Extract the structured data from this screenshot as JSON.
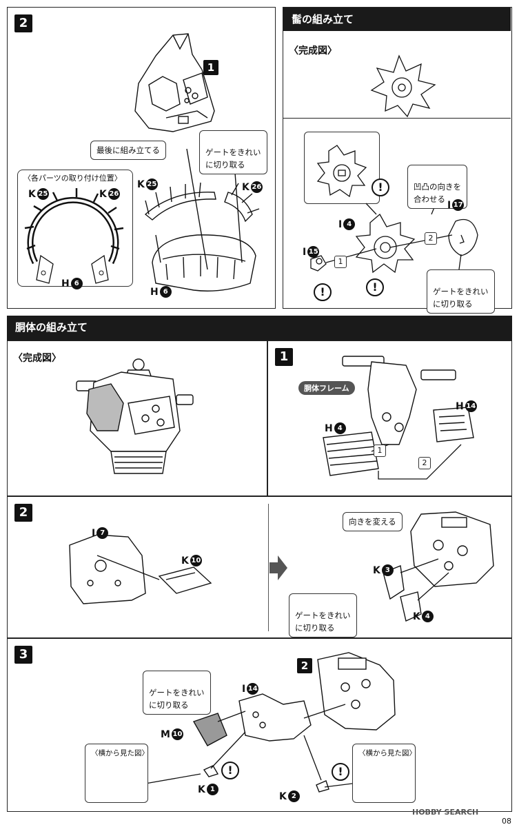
{
  "top_left": {
    "step": "2",
    "sub_step": "1",
    "callout_last": "最後に組み立てる",
    "callout_gate": "ゲートをきれい\nに切り取る",
    "inset_title": "〈各パーツの取り付け位置〉",
    "labels": {
      "k25_a": "K",
      "k25_a_num": "25",
      "k26_a": "K",
      "k26_a_num": "26",
      "h6_a": "H",
      "h6_a_num": "6",
      "k25_b": "K",
      "k25_b_num": "25",
      "k26_b": "K",
      "k26_b_num": "26",
      "h6_b": "H",
      "h6_b_num": "6"
    }
  },
  "top_right": {
    "header": "髷の組み立て",
    "complete_label": "〈完成図〉",
    "callout_align": "凹凸の向きを\n合わせる",
    "callout_gate": "ゲートをきれい\nに切り取る",
    "labels": {
      "i17": "I",
      "i17_num": "17",
      "i4": "I",
      "i4_num": "4",
      "i15": "I",
      "i15_num": "15"
    },
    "hex1": "1",
    "hex2": "2"
  },
  "body_section": {
    "header": "胴体の組み立て",
    "complete_label": "〈完成図〉",
    "step1": {
      "step": "1",
      "pill": "胴体フレーム",
      "labels": {
        "h4": "H",
        "h4_num": "4",
        "h14": "H",
        "h14_num": "14"
      },
      "hex1": "1",
      "hex2": "2"
    },
    "step2": {
      "step": "2",
      "labels": {
        "i7": "I",
        "i7_num": "7",
        "k10": "K",
        "k10_num": "10",
        "k3": "K",
        "k3_num": "3",
        "k4": "K",
        "k4_num": "4"
      },
      "callout_turn": "向きを変える",
      "callout_gate": "ゲートをきれい\nに切り取る"
    },
    "step3": {
      "step": "3",
      "sub_step": "2",
      "callout_gate": "ゲートをきれい\nに切り取る",
      "side_view_left": "〈横から見た図〉",
      "side_view_right": "〈横から見た図〉",
      "labels": {
        "i14": "I",
        "i14_num": "14",
        "m10": "M",
        "m10_num": "10",
        "k1": "K",
        "k1_num": "1",
        "k2": "K",
        "k2_num": "2"
      }
    }
  },
  "footer": {
    "watermark": "HOBBY SEARCH",
    "page": "08"
  },
  "colors": {
    "ink": "#111111",
    "bar": "#1a1a1a",
    "pill": "#555555"
  }
}
